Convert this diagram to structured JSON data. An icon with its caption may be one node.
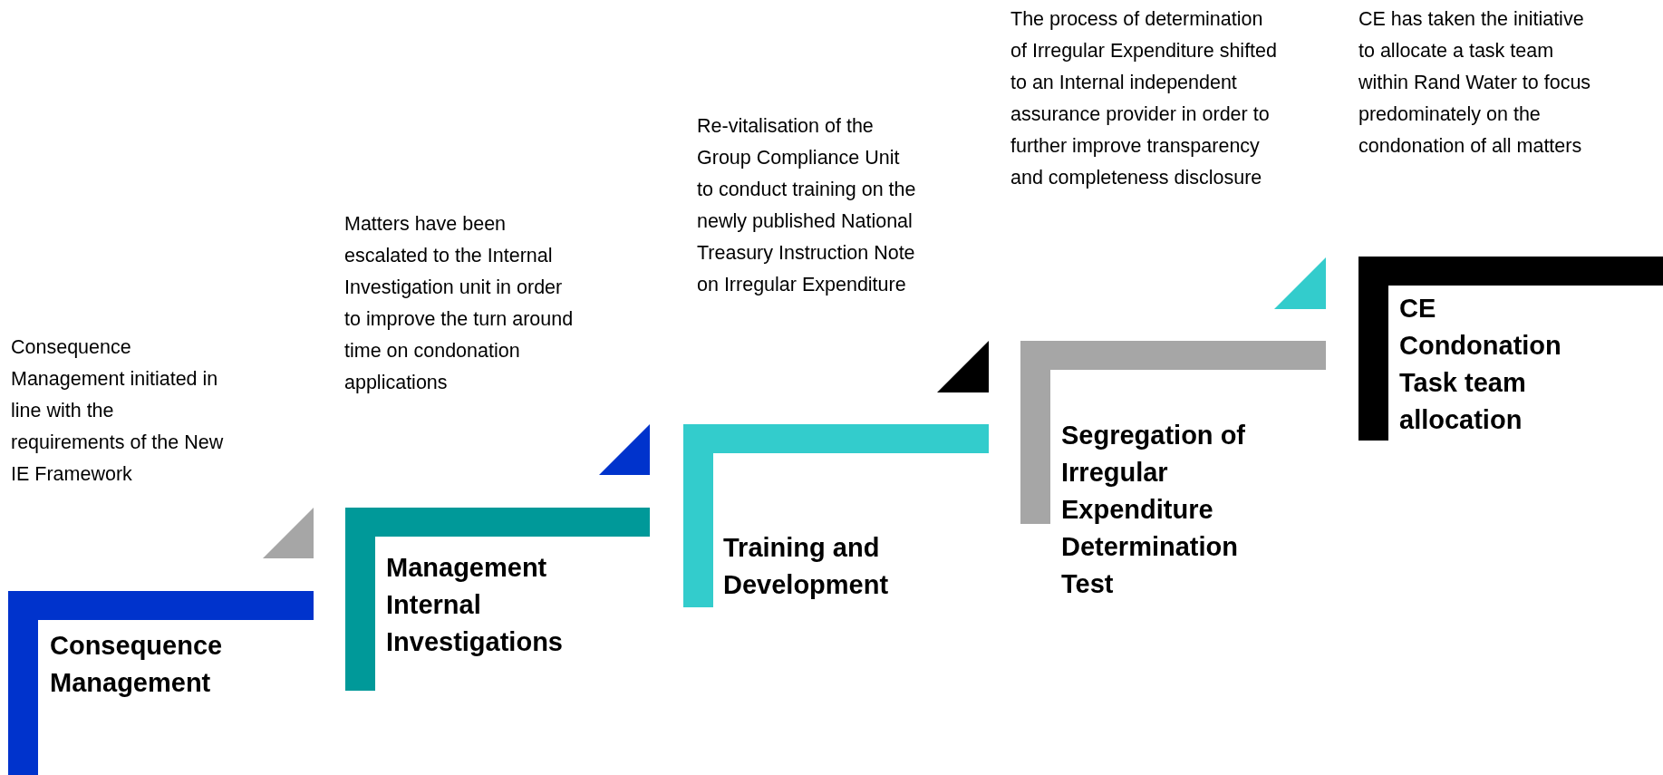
{
  "diagram": {
    "nodes": [
      {
        "text": [
          "Consequence Management"
        ]
      },
      {
        "text": [
          "Management Internal Investigations"
        ]
      },
      {
        "text": [
          "Training and Development"
        ]
      },
      {
        "text": [
          "Segregation of Irregular Expenditure Determination Test"
        ]
      },
      {
        "text": [
          "CE Condonation Task team allocation"
        ]
      }
    ],
    "edges": [],
    "labels": [
      "Consequence Management initiated in line with the requirements of the New IE Framework",
      "Matters have been escalated to the Internal Investigation unit in order to improve the turn around time on condonation applications",
      "Re-vitalisation of the Group Compliance Unit to conduct training on the newly published National Treasury Instruction Note on Irregular Expenditure",
      "The process of determination of Irregular Expenditure shifted to an Internal independent assurance provider in order to further improve transparency and completeness disclosure",
      "CE has taken the initiative to allocate a task team within Rand Water to focus predominately on the condonation of all matters"
    ]
  }
}
